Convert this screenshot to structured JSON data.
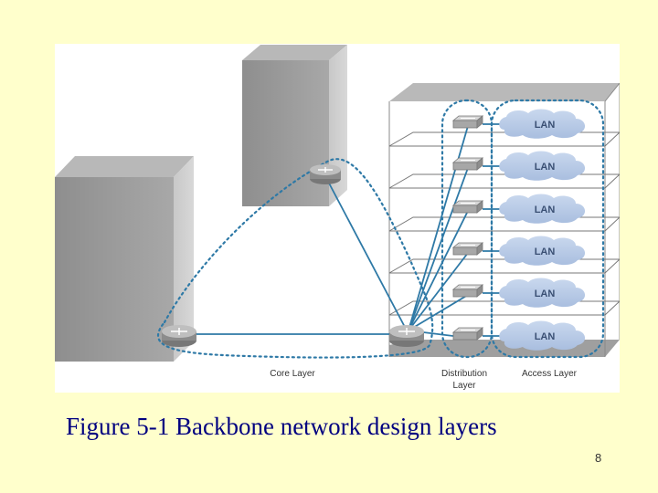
{
  "diagram": {
    "layers": {
      "core": "Core Layer",
      "distribution_line1": "Distribution",
      "distribution_line2": "Layer",
      "access": "Access Layer"
    },
    "lan_labels": [
      "LAN",
      "LAN",
      "LAN",
      "LAN",
      "LAN",
      "LAN"
    ]
  },
  "caption": "Figure 5-1 Backbone network design layers",
  "page_number": "8",
  "colors": {
    "background": "#FFFFCC",
    "caption": "#000080",
    "links": "#2E79A6",
    "lan_cloud": "#B9CBE6",
    "building": "#9A9A9A"
  },
  "icons": {
    "router": "router-icon",
    "switch": "switch-icon",
    "lan": "lan-cloud-icon"
  }
}
